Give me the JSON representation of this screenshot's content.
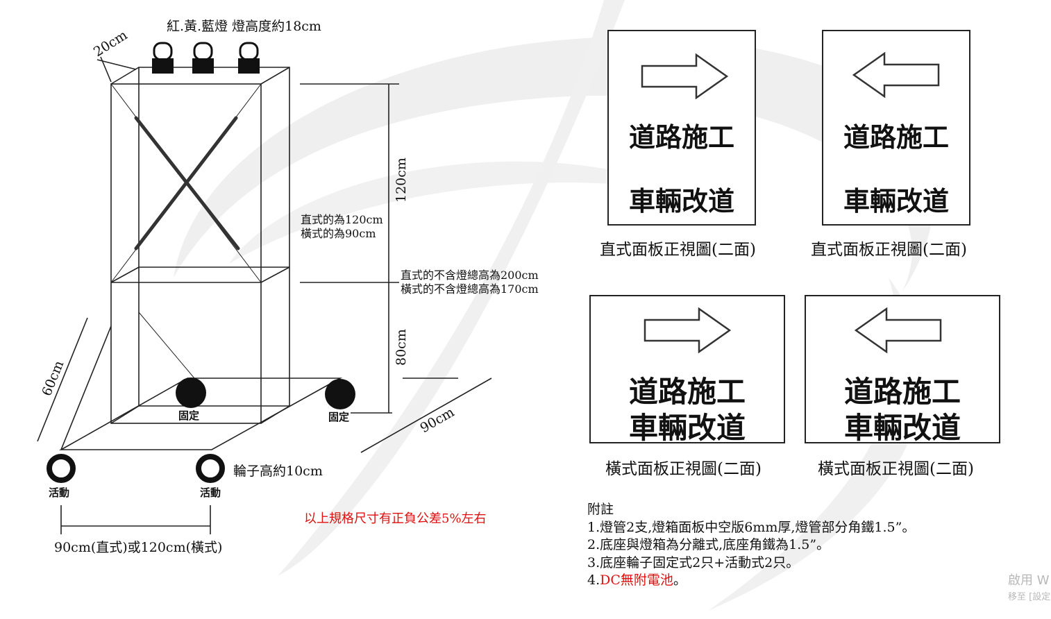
{
  "frame": {
    "lamp_label": "紅.黃.藍燈 燈高度約18cm",
    "depth_label": "20cm",
    "top_height_label": "120cm",
    "bottom_height_label": "80cm",
    "panel_height_note": [
      "直式的為120cm",
      "橫式的為90cm"
    ],
    "total_height_note": [
      "直式的不含燈總高為200cm",
      "橫式的不含燈總高為170cm"
    ],
    "side_label": "60cm",
    "base_depth_label": "90cm",
    "fixed_wheel_label": "固定",
    "moving_wheel_label": "活動",
    "wheel_height_label": "輪子高約10cm",
    "width_label": "90cm(直式)或120cm(橫式)",
    "tolerance_note": "以上規格尺寸有正負公差5%左右"
  },
  "panels": [
    {
      "arrow": "right",
      "line1": "道路施工",
      "line2": "車輛改道",
      "caption": "直式面板正視圖(二面)"
    },
    {
      "arrow": "left",
      "line1": "道路施工",
      "line2": "車輛改道",
      "caption": "直式面板正視圖(二面)"
    },
    {
      "arrow": "right",
      "line1": "道路施工",
      "line2": "車輛改道",
      "caption": "橫式面板正視圖(二面)"
    },
    {
      "arrow": "left",
      "line1": "道路施工",
      "line2": "車輛改道",
      "caption": "橫式面板正視圖(二面)"
    }
  ],
  "notes": {
    "title": "附註",
    "items": [
      "1.燈管2支,燈箱面板中空版6mm厚,燈管部分角鐵1.5”。",
      "2.底座與燈箱為分離式,底座角鐵為1.5”。",
      "3.底座輪子固定式2只+活動式2只。"
    ],
    "item4_prefix": "4.",
    "item4_red": "DC無附電池",
    "item4_suffix": "。"
  },
  "watermark": {
    "line1": "啟用 W",
    "line2": "移至 [設定"
  },
  "colors": {
    "red": "#e01010",
    "watermark": "#ececec"
  }
}
